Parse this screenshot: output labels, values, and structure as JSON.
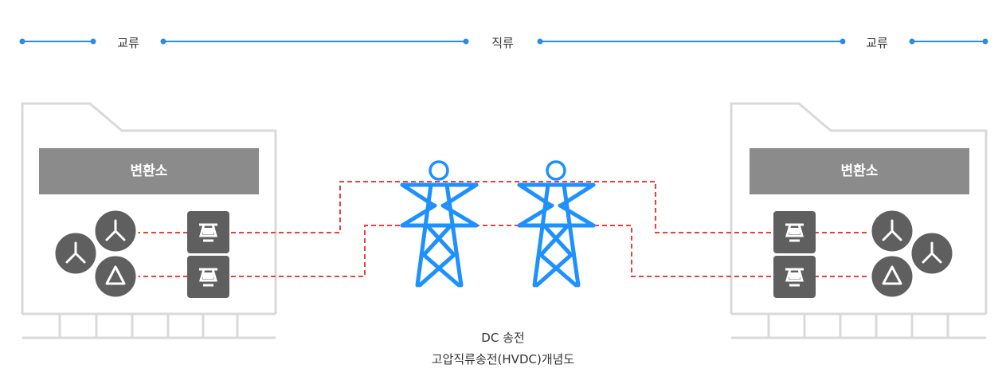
{
  "segments": {
    "left_ac": "교류",
    "dc": "직류",
    "right_ac": "교류"
  },
  "stations": {
    "left_title": "변환소",
    "right_title": "변환소"
  },
  "caption": {
    "line1": "DC 송전",
    "line2": "고압직류송전(HVDC)개념도"
  },
  "icons": [
    "wye-transformer-icon",
    "delta-transformer-icon",
    "valve-icon",
    "transmission-tower-icon"
  ],
  "colors": {
    "line_blue": "#2f8ae0",
    "tower_blue": "#1e90ff",
    "cable_red": "#e8413a",
    "station_outline": "#d9d9d9",
    "station_header": "#8b8b8b",
    "equipment_gray": "#5f5f5f"
  }
}
